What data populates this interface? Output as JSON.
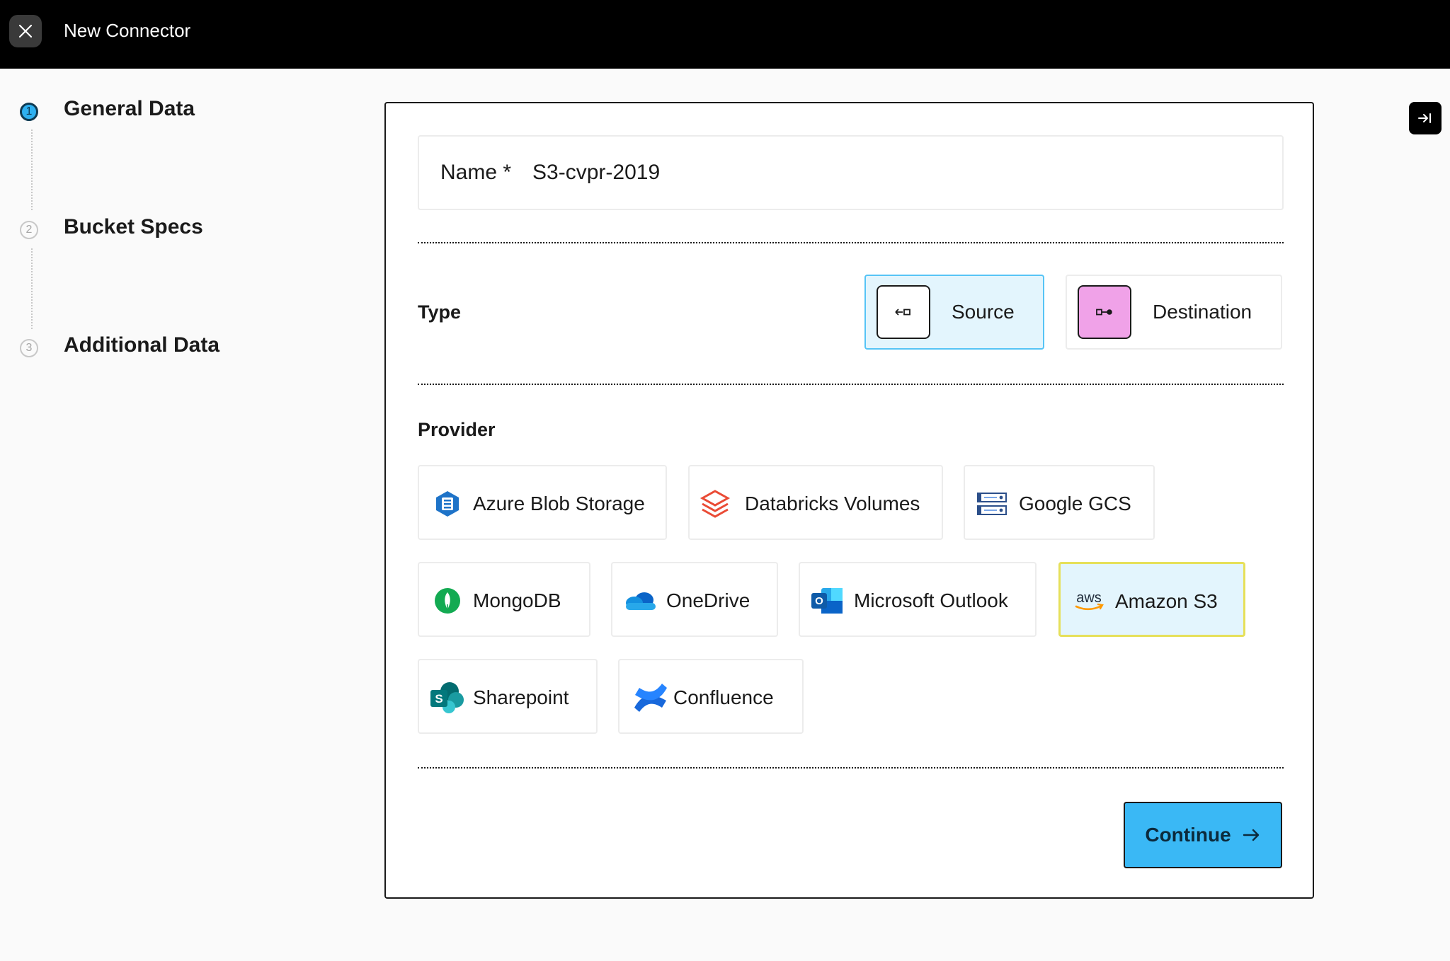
{
  "header": {
    "title": "New Connector",
    "close_icon": "close-icon"
  },
  "steps": [
    {
      "number": "1",
      "label": "General Data",
      "active": true
    },
    {
      "number": "2",
      "label": "Bucket Specs",
      "active": false
    },
    {
      "number": "3",
      "label": "Additional Data",
      "active": false
    }
  ],
  "form": {
    "name_label": "Name *",
    "name_value": "S3-cvpr-2019",
    "type_label": "Type",
    "types": [
      {
        "label": "Source",
        "icon": "source-icon",
        "selected": true
      },
      {
        "label": "Destination",
        "icon": "destination-icon",
        "selected": false
      }
    ],
    "provider_label": "Provider",
    "providers": [
      {
        "label": "Azure Blob Storage",
        "icon": "azure-blob-icon",
        "selected": false
      },
      {
        "label": "Databricks Volumes",
        "icon": "databricks-icon",
        "selected": false
      },
      {
        "label": "Google GCS",
        "icon": "google-gcs-icon",
        "selected": false
      },
      {
        "label": "MongoDB",
        "icon": "mongodb-icon",
        "selected": false
      },
      {
        "label": "OneDrive",
        "icon": "onedrive-icon",
        "selected": false
      },
      {
        "label": "Microsoft Outlook",
        "icon": "outlook-icon",
        "selected": false
      },
      {
        "label": "Amazon S3",
        "icon": "aws-icon",
        "selected": true
      },
      {
        "label": "Sharepoint",
        "icon": "sharepoint-icon",
        "selected": false
      },
      {
        "label": "Confluence",
        "icon": "confluence-icon",
        "selected": false
      }
    ],
    "continue_label": "Continue"
  },
  "colors": {
    "accent": "#3ab8f5",
    "selected_bg": "#e3f5fd",
    "selected_border_type": "#56c4f6",
    "selected_border_provider": "#e6e05a",
    "destination_icon_bg": "#f0a2e8",
    "topbar_bg": "#000000"
  },
  "icon_text": {
    "aws": "aws",
    "outlook": "O",
    "sharepoint": "S"
  }
}
